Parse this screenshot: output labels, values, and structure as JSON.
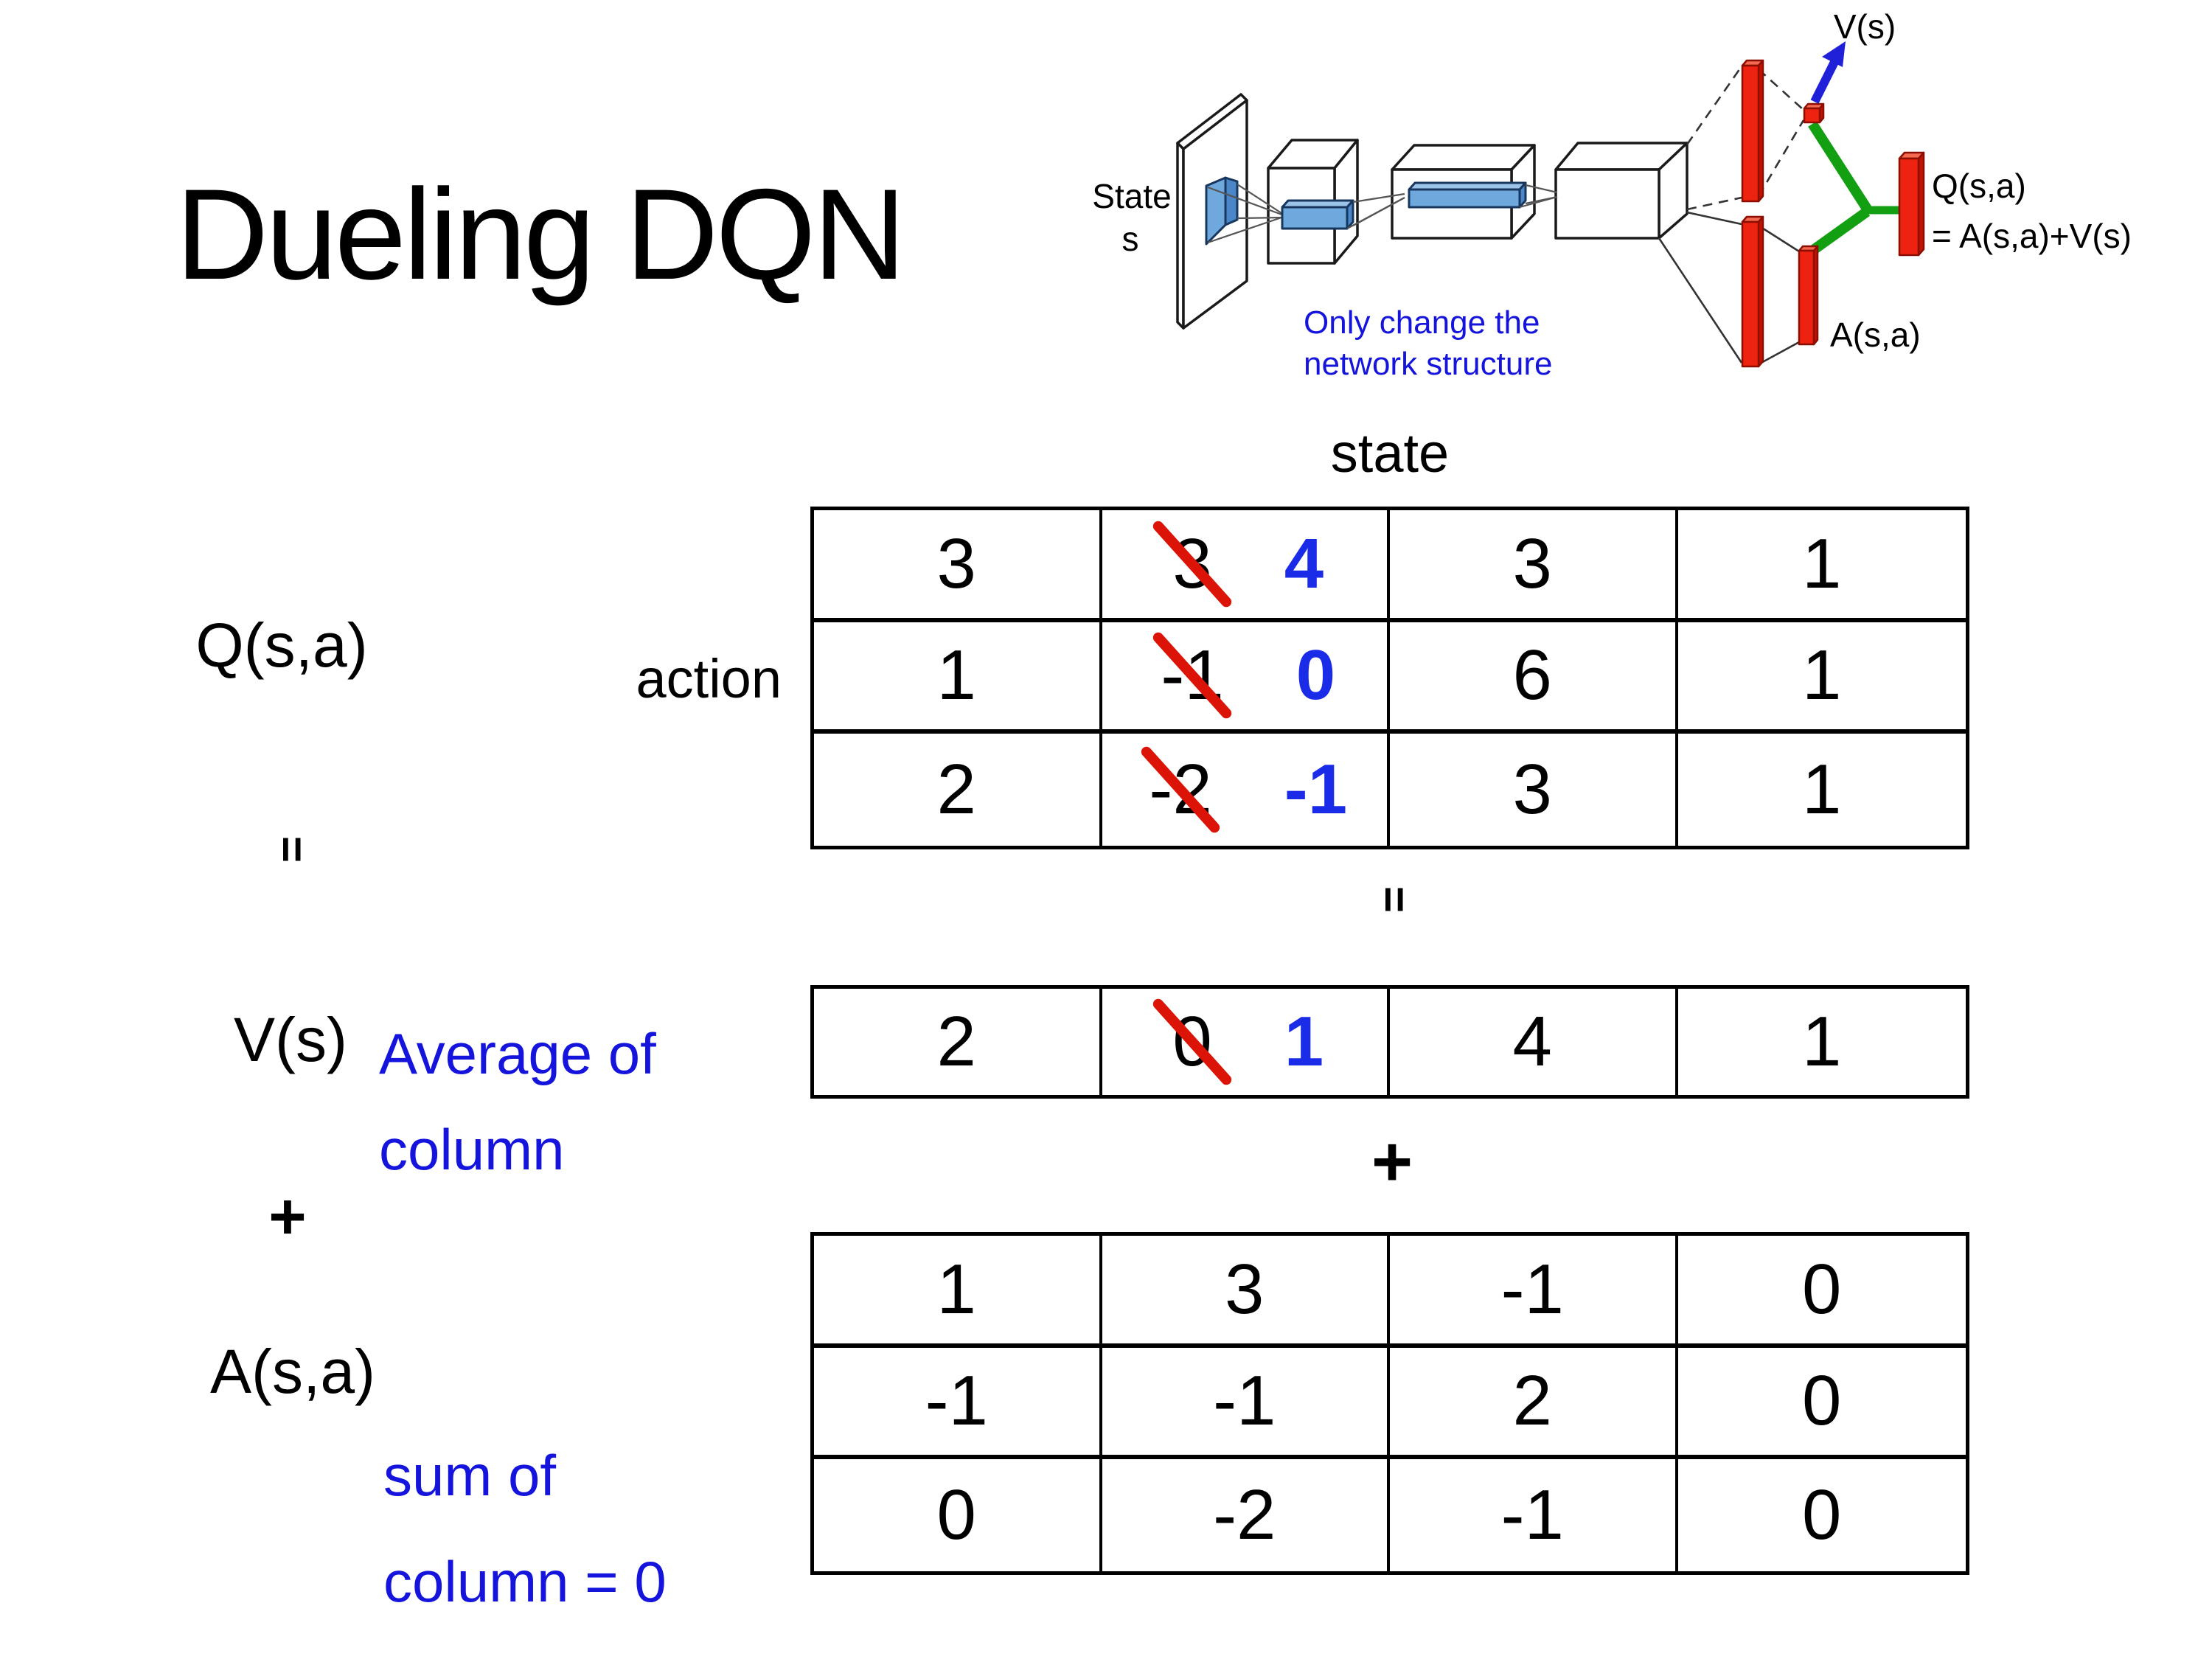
{
  "title": "Dueling DQN",
  "colors": {
    "annotation_blue": "#1414dc",
    "number_blue": "#1a2ce8",
    "strike_red": "#dc1408",
    "bar_red": "#ee2211",
    "connector_green": "#12a012",
    "filter_blue": "#6fa8dc"
  },
  "diagram": {
    "state_line1": "State",
    "state_line2": "s",
    "note_line1": "Only change the",
    "note_line2": "network structure",
    "v_label": "V(s)",
    "a_label": "A(s,a)",
    "q_line1": "Q(s,a)",
    "q_line2": "= A(s,a)+V(s)"
  },
  "labels": {
    "q": "Q(s,a)",
    "eq_left": "=",
    "v": "V(s)",
    "plus_left": "+",
    "a": "A(s,a)",
    "state_header": "state",
    "action_header": "action",
    "eq_mid": "=",
    "plus_mid": "+",
    "avg_line1": "Average of",
    "avg_line2": "column",
    "sum_line1": "sum of",
    "sum_line2": "column = 0"
  },
  "q_table": {
    "rows": [
      [
        {
          "v": "3"
        },
        {
          "old": "3",
          "new": "4"
        },
        {
          "v": "3"
        },
        {
          "v": "1"
        }
      ],
      [
        {
          "v": "1"
        },
        {
          "old": "-1",
          "new": "0"
        },
        {
          "v": "6"
        },
        {
          "v": "1"
        }
      ],
      [
        {
          "v": "2"
        },
        {
          "old": "-2",
          "new": "-1"
        },
        {
          "v": "3"
        },
        {
          "v": "1"
        }
      ]
    ]
  },
  "v_table": {
    "rows": [
      [
        {
          "v": "2"
        },
        {
          "old": "0",
          "new": "1"
        },
        {
          "v": "4"
        },
        {
          "v": "1"
        }
      ]
    ]
  },
  "a_table": {
    "rows": [
      [
        {
          "v": "1"
        },
        {
          "v": "3"
        },
        {
          "v": "-1"
        },
        {
          "v": "0"
        }
      ],
      [
        {
          "v": "-1"
        },
        {
          "v": "-1"
        },
        {
          "v": "2"
        },
        {
          "v": "0"
        }
      ],
      [
        {
          "v": "0"
        },
        {
          "v": "-2"
        },
        {
          "v": "-1"
        },
        {
          "v": "0"
        }
      ]
    ]
  }
}
